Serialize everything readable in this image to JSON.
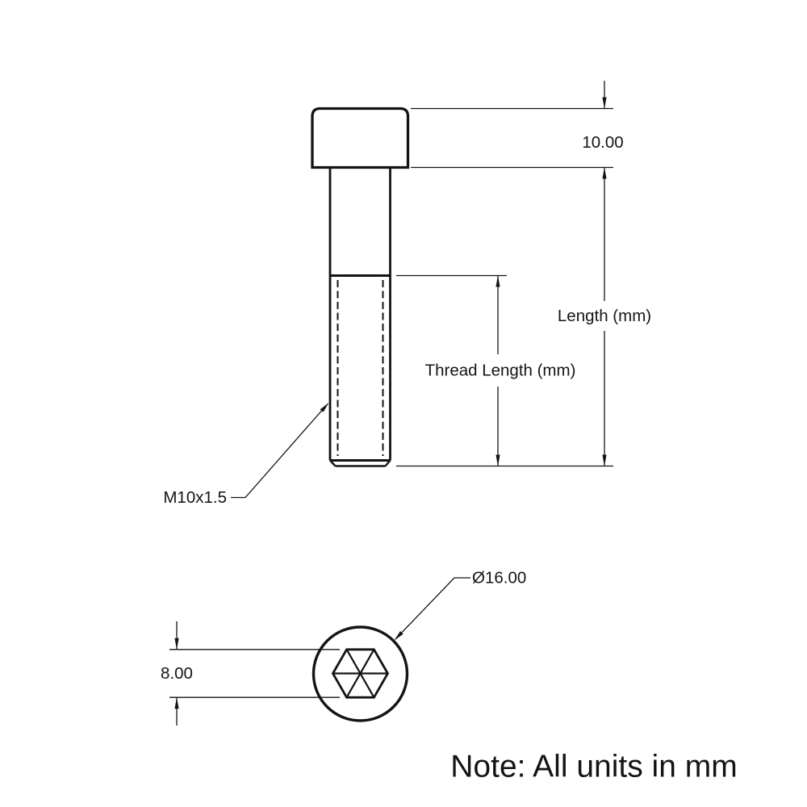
{
  "drawing": {
    "subject": "socket-head-cap-screw-dimension-drawing",
    "note": "Note: All units in mm",
    "units": "mm",
    "labels": {
      "head_height": "10.00",
      "overall_length": "Length (mm)",
      "thread_length": "Thread Length (mm)",
      "thread_designation": "M10x1.5",
      "head_diameter": "Ø16.00",
      "hex_socket_width": "8.00"
    },
    "values": {
      "head_height_mm": 10.0,
      "head_diameter_mm": 16.0,
      "hex_socket_width_mm": 8.0,
      "thread_designation": "M10x1.5"
    },
    "colors": {
      "line": "#141414",
      "background": "#ffffff"
    }
  }
}
